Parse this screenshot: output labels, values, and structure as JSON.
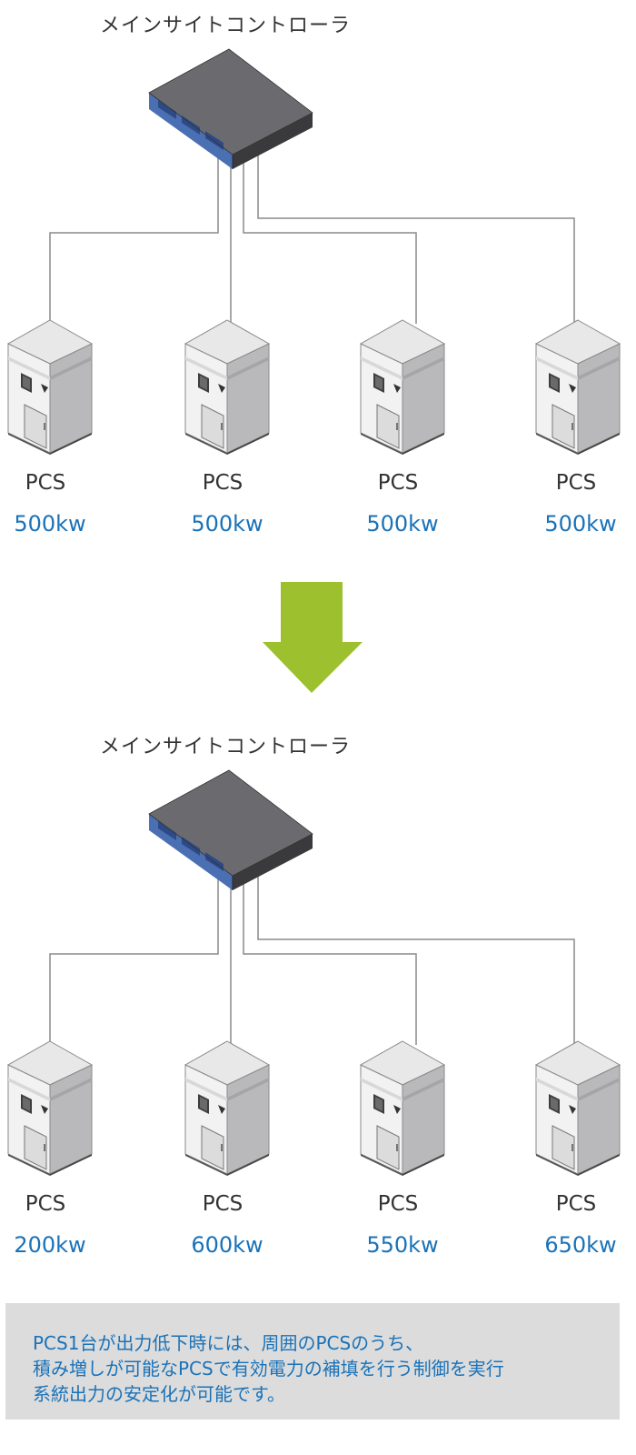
{
  "sections": [
    {
      "controller_title": "メインサイトコントローラ",
      "units": [
        {
          "label": "PCS",
          "power": "500kw"
        },
        {
          "label": "PCS",
          "power": "500kw"
        },
        {
          "label": "PCS",
          "power": "500kw"
        },
        {
          "label": "PCS",
          "power": "500kw"
        }
      ]
    },
    {
      "controller_title": "メインサイトコントローラ",
      "units": [
        {
          "label": "PCS",
          "power": "200kw"
        },
        {
          "label": "PCS",
          "power": "600kw"
        },
        {
          "label": "PCS",
          "power": "550kw"
        },
        {
          "label": "PCS",
          "power": "650kw"
        }
      ]
    }
  ],
  "note": {
    "lines": [
      "PCS1台が出力低下時には、周囲のPCSのうち、",
      "積み増しが可能なPCSで有効電力の補填を行う制御を実行",
      "系統出力の安定化が可能です。"
    ]
  },
  "colors": {
    "accent_text": "#1a72b8",
    "arrow": "#9dc02e",
    "note_background": "#dcdcdc",
    "wire": "#8a8a8a",
    "controller_panel": "#3e63a8"
  },
  "icons": {
    "controller": "network-controller-icon",
    "pcs": "pcs-cabinet-icon",
    "arrow": "down-arrow-icon"
  }
}
